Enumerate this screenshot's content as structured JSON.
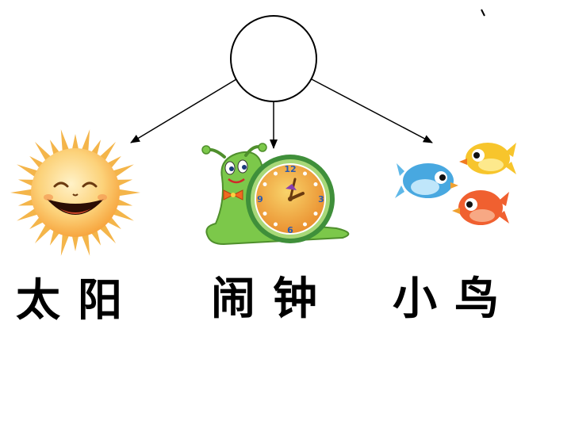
{
  "diagram": {
    "center_node": {
      "text": ""
    },
    "children": [
      {
        "id": "sun",
        "label": "太阳",
        "icon": "smiling-sun-icon"
      },
      {
        "id": "clock",
        "label": "闹钟",
        "icon": "snail-alarm-clock-icon"
      },
      {
        "id": "birds",
        "label": "小鸟",
        "icon": "cartoon-birds-icon"
      }
    ]
  },
  "colors": {
    "line": "#000000",
    "sun_body": "#fcc04e",
    "sun_rays": "#f4b54a",
    "snail": "#7cc84a",
    "clock_face": "#f2a43a",
    "clock_rim": "#3f8f3a",
    "bird_blue": "#48a8e0",
    "bird_yellow": "#f7c52c",
    "bird_red": "#f06030"
  }
}
